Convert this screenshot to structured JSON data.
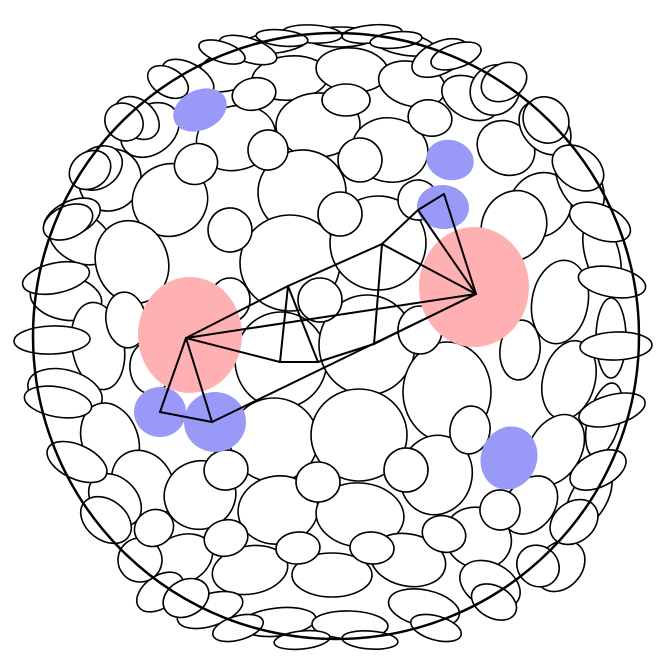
{
  "diagram": {
    "background_color": "#ffffff",
    "stroke_color": "#000000",
    "circle_fill_default": "#ffffff",
    "highlight_pink": "#ffb0b3",
    "highlight_blue": "#9999f7",
    "sphere": {
      "outline": true
    },
    "circles": [
      {
        "id": "c1",
        "fill": "default"
      },
      {
        "id": "c2",
        "fill": "default"
      },
      {
        "id": "c3",
        "fill": "default"
      },
      {
        "id": "c4",
        "fill": "blue"
      },
      {
        "id": "c5",
        "fill": "default"
      },
      {
        "id": "c6",
        "fill": "default"
      },
      {
        "id": "c7",
        "fill": "default"
      },
      {
        "id": "c8",
        "fill": "default"
      },
      {
        "id": "c9",
        "fill": "default"
      },
      {
        "id": "c10",
        "fill": "blue"
      },
      {
        "id": "c11",
        "fill": "blue"
      },
      {
        "id": "c12",
        "fill": "default"
      },
      {
        "id": "c13",
        "fill": "default"
      },
      {
        "id": "c14",
        "fill": "default"
      },
      {
        "id": "c15",
        "fill": "default"
      },
      {
        "id": "c16",
        "fill": "default"
      },
      {
        "id": "c17",
        "fill": "pink"
      },
      {
        "id": "c18",
        "fill": "pink"
      },
      {
        "id": "c19",
        "fill": "default"
      },
      {
        "id": "c20",
        "fill": "default"
      },
      {
        "id": "c21",
        "fill": "default"
      },
      {
        "id": "c22",
        "fill": "default"
      },
      {
        "id": "c23",
        "fill": "blue"
      },
      {
        "id": "c24",
        "fill": "blue"
      },
      {
        "id": "c25",
        "fill": "default"
      },
      {
        "id": "c26",
        "fill": "default"
      },
      {
        "id": "c27",
        "fill": "default"
      },
      {
        "id": "c28",
        "fill": "blue"
      },
      {
        "id": "c29",
        "fill": "default"
      },
      {
        "id": "c30",
        "fill": "default"
      },
      {
        "id": "c31",
        "fill": "default"
      },
      {
        "id": "c32",
        "fill": "default"
      },
      {
        "id": "c33",
        "fill": "default"
      },
      {
        "id": "c34",
        "fill": "default"
      },
      {
        "id": "c35",
        "fill": "default"
      },
      {
        "id": "c36",
        "fill": "default"
      },
      {
        "id": "c37",
        "fill": "default"
      },
      {
        "id": "c38",
        "fill": "default"
      },
      {
        "id": "c39",
        "fill": "default"
      },
      {
        "id": "c40",
        "fill": "default"
      },
      {
        "id": "c41",
        "fill": "default"
      },
      {
        "id": "c42",
        "fill": "default"
      },
      {
        "id": "c43",
        "fill": "default"
      },
      {
        "id": "c44",
        "fill": "default"
      },
      {
        "id": "c45",
        "fill": "default"
      },
      {
        "id": "c46",
        "fill": "default"
      },
      {
        "id": "c47",
        "fill": "default"
      },
      {
        "id": "c48",
        "fill": "default"
      },
      {
        "id": "c49",
        "fill": "default"
      },
      {
        "id": "c50",
        "fill": "default"
      },
      {
        "id": "c51",
        "fill": "default"
      },
      {
        "id": "c52",
        "fill": "default"
      },
      {
        "id": "c53",
        "fill": "default"
      },
      {
        "id": "c54",
        "fill": "default"
      },
      {
        "id": "c55",
        "fill": "default"
      },
      {
        "id": "c56",
        "fill": "default"
      },
      {
        "id": "c57",
        "fill": "default"
      },
      {
        "id": "c58",
        "fill": "default"
      },
      {
        "id": "c59",
        "fill": "default"
      },
      {
        "id": "c60",
        "fill": "default"
      },
      {
        "id": "c61",
        "fill": "default"
      },
      {
        "id": "c62",
        "fill": "default"
      },
      {
        "id": "c63",
        "fill": "default"
      },
      {
        "id": "c64",
        "fill": "default"
      },
      {
        "id": "c65",
        "fill": "default"
      },
      {
        "id": "c66",
        "fill": "default"
      },
      {
        "id": "c67",
        "fill": "default"
      },
      {
        "id": "c68",
        "fill": "default"
      },
      {
        "id": "c69",
        "fill": "default"
      },
      {
        "id": "c70",
        "fill": "default"
      },
      {
        "id": "c71",
        "fill": "default"
      },
      {
        "id": "c72",
        "fill": "default"
      },
      {
        "id": "c73",
        "fill": "default"
      },
      {
        "id": "c74",
        "fill": "default"
      },
      {
        "id": "c75",
        "fill": "default"
      },
      {
        "id": "c76",
        "fill": "default"
      },
      {
        "id": "c77",
        "fill": "default"
      },
      {
        "id": "c78",
        "fill": "default"
      },
      {
        "id": "c79",
        "fill": "default"
      },
      {
        "id": "c80",
        "fill": "default"
      },
      {
        "id": "c81",
        "fill": "default"
      },
      {
        "id": "c82",
        "fill": "default"
      },
      {
        "id": "c83",
        "fill": "default"
      },
      {
        "id": "c84",
        "fill": "default"
      },
      {
        "id": "c85",
        "fill": "default"
      },
      {
        "id": "c86",
        "fill": "default"
      },
      {
        "id": "c87",
        "fill": "default"
      },
      {
        "id": "c88",
        "fill": "default"
      },
      {
        "id": "c89",
        "fill": "default"
      },
      {
        "id": "c90",
        "fill": "default"
      },
      {
        "id": "c91",
        "fill": "default"
      },
      {
        "id": "c92",
        "fill": "default"
      },
      {
        "id": "c93",
        "fill": "default"
      },
      {
        "id": "c94",
        "fill": "default"
      },
      {
        "id": "c95",
        "fill": "default"
      },
      {
        "id": "c96",
        "fill": "default"
      },
      {
        "id": "c97",
        "fill": "default"
      },
      {
        "id": "c98",
        "fill": "default"
      },
      {
        "id": "c99",
        "fill": "default"
      },
      {
        "id": "c100",
        "fill": "default"
      },
      {
        "id": "c101",
        "fill": "default"
      },
      {
        "id": "c102",
        "fill": "default"
      },
      {
        "id": "c103",
        "fill": "default"
      },
      {
        "id": "c104",
        "fill": "default"
      },
      {
        "id": "c105",
        "fill": "default"
      },
      {
        "id": "c106",
        "fill": "default"
      },
      {
        "id": "c107",
        "fill": "default"
      },
      {
        "id": "c108",
        "fill": "default"
      },
      {
        "id": "c109",
        "fill": "default"
      },
      {
        "id": "c110",
        "fill": "default"
      },
      {
        "id": "c111",
        "fill": "default"
      },
      {
        "id": "c112",
        "fill": "default"
      },
      {
        "id": "c113",
        "fill": "default"
      },
      {
        "id": "c114",
        "fill": "default"
      },
      {
        "id": "c115",
        "fill": "default"
      },
      {
        "id": "c116",
        "fill": "default"
      },
      {
        "id": "c117",
        "fill": "default"
      },
      {
        "id": "c118",
        "fill": "default"
      },
      {
        "id": "c119",
        "fill": "default"
      },
      {
        "id": "c120",
        "fill": "default"
      },
      {
        "id": "c121",
        "fill": "default"
      },
      {
        "id": "c122",
        "fill": "default"
      },
      {
        "id": "c123",
        "fill": "default"
      },
      {
        "id": "c124",
        "fill": "default"
      },
      {
        "id": "c125",
        "fill": "default"
      },
      {
        "id": "c126",
        "fill": "default"
      },
      {
        "id": "c127",
        "fill": "default"
      },
      {
        "id": "c128",
        "fill": "default"
      },
      {
        "id": "c129",
        "fill": "default"
      },
      {
        "id": "c130",
        "fill": "default"
      },
      {
        "id": "c131",
        "fill": "default"
      }
    ]
  }
}
